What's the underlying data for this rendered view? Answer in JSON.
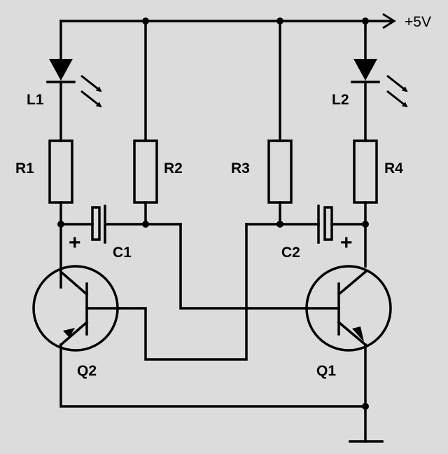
{
  "supply": {
    "label": "+5V"
  },
  "components": {
    "led1": {
      "label": "L1"
    },
    "led2": {
      "label": "L2"
    },
    "r1": {
      "label": "R1"
    },
    "r2": {
      "label": "R2"
    },
    "r3": {
      "label": "R3"
    },
    "r4": {
      "label": "R4"
    },
    "c1": {
      "label": "C1",
      "polarity": "+"
    },
    "c2": {
      "label": "C2",
      "polarity": "+"
    },
    "q1": {
      "label": "Q1"
    },
    "q2": {
      "label": "Q2"
    }
  }
}
